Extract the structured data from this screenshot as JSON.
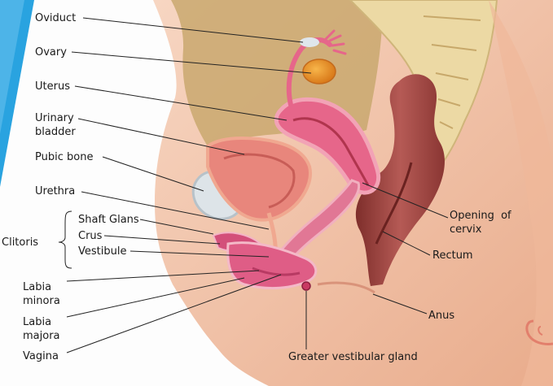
{
  "labels": {
    "oviduct": "Oviduct",
    "ovary": "Ovary",
    "uterus": "Uterus",
    "urinary_bladder": "Urinary\nbladder",
    "pubic_bone": "Pubic bone",
    "urethra": "Urethra",
    "clitoris": "Clitoris",
    "shaft_glans": "Shaft Glans",
    "crus": "Crus",
    "vestibule": "Vestibule",
    "labia_minora": "Labia\nminora",
    "labia_majora": "Labia\nmajora",
    "vagina": "Vagina",
    "opening_of_cervix": "Opening  of\ncervix",
    "rectum": "Rectum",
    "anus": "Anus",
    "greater_vestibular_gland": "Greater vestibular gland"
  },
  "colors": {
    "accent_bar": "#29a3e0",
    "skin": "#f3c7ae",
    "muscle": "#e8867c",
    "tissue_pink": "#e6668a",
    "bone": "#ecd9a4",
    "rectum": "#a64a46",
    "cavity": "#c9a86f"
  }
}
